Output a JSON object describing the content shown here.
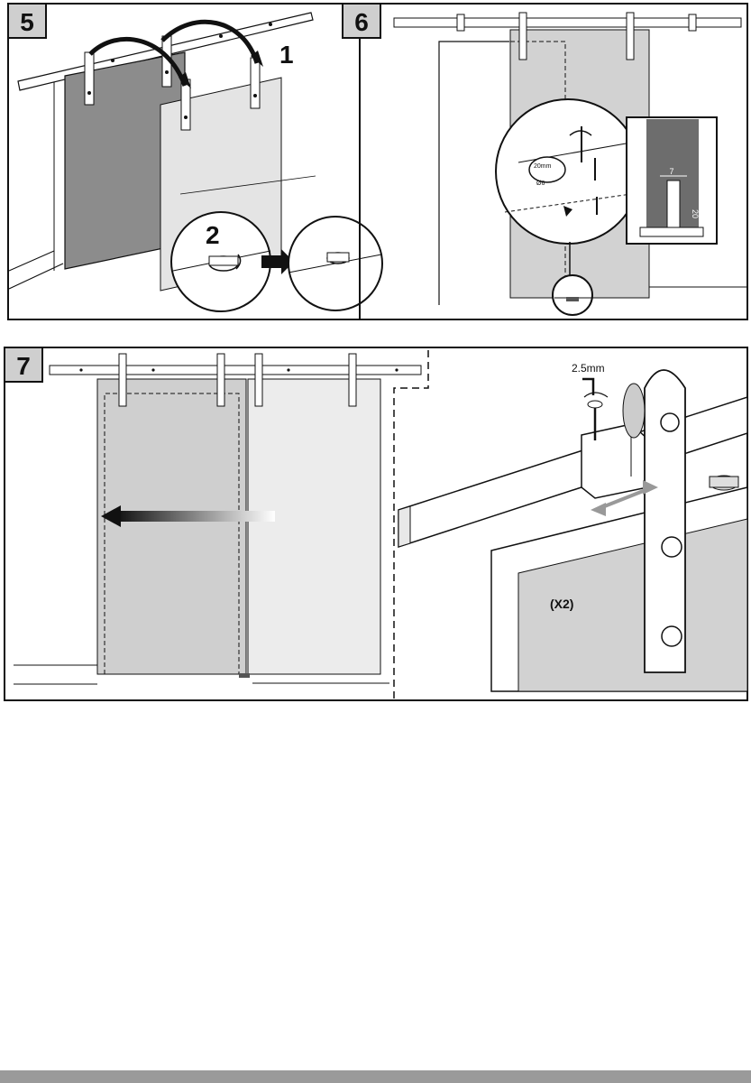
{
  "panels": [
    {
      "step": "5",
      "callouts": [
        "1",
        "2"
      ]
    },
    {
      "step": "6",
      "dims": [
        "7",
        "20"
      ],
      "hole_spec": "20mm",
      "hole_dia": "Ø6"
    },
    {
      "step": "7",
      "tool_size": "2.5mm",
      "quantity": "(X2)"
    }
  ],
  "colors": {
    "outline": "#111111",
    "door_dark": "#8c8c8c",
    "door_light": "#e4e4e4",
    "door_mid": "#c9c9c9",
    "footer_bar": "#9a9a9a"
  }
}
